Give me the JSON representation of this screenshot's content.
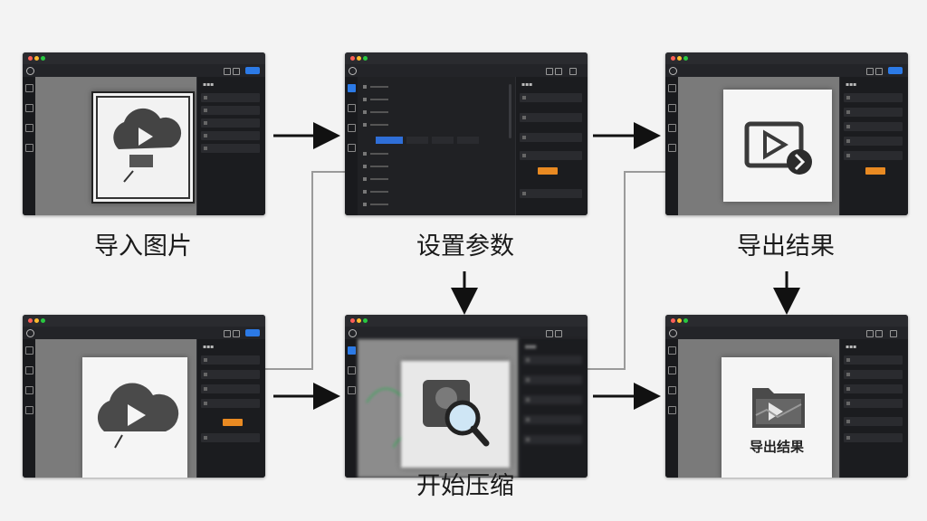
{
  "steps": {
    "import": {
      "label": "导入图片"
    },
    "settings": {
      "label": "设置参数"
    },
    "export": {
      "label": "导出结果"
    },
    "compress": {
      "label": "开始压缩"
    }
  },
  "export_card_caption": "导出结果",
  "colors": {
    "accent": "#2c7ae6",
    "highlight": "#e98a22",
    "window_bg": "#1c1d20",
    "page_bg": "#f3f3f3"
  },
  "icons": [
    "cloud-play-icon",
    "video-export-icon",
    "search-icon",
    "folder-video-icon",
    "arrow-right-icon",
    "arrow-down-icon"
  ]
}
